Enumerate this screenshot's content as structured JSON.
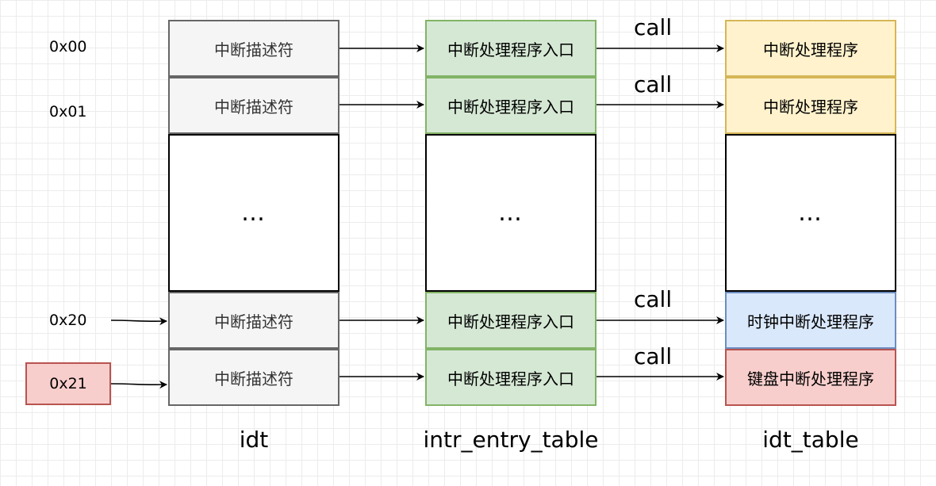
{
  "addresses": {
    "a0": "0x00",
    "a1": "0x01",
    "a20": "0x20",
    "a21": "0x21"
  },
  "idt": {
    "label": "idt",
    "descriptor": "中断描述符",
    "ellipsis": "…"
  },
  "entry_table": {
    "label": "intr_entry_table",
    "entry": "中断处理程序入口",
    "ellipsis": "…"
  },
  "idt_table": {
    "label": "idt_table",
    "handler": "中断处理程序",
    "timer_handler": "时钟中断处理程序",
    "keyboard_handler": "键盘中断处理程序",
    "ellipsis": "…"
  },
  "call_label": "call",
  "colors": {
    "idt_fill": "#f5f5f5",
    "entry_fill": "#d5e8d4",
    "handler_yellow": "#fff2cc",
    "handler_blue": "#dae8fc",
    "handler_red": "#f8cecc"
  }
}
